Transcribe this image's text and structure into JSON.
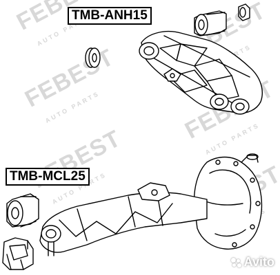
{
  "watermark": {
    "brand": "FEBEST",
    "subtitle": "AUTO PARTS"
  },
  "parts": [
    {
      "code": "TMB-ANH15"
    },
    {
      "code": "TMB-MCL25"
    }
  ],
  "overlay": {
    "text": "Avito"
  }
}
